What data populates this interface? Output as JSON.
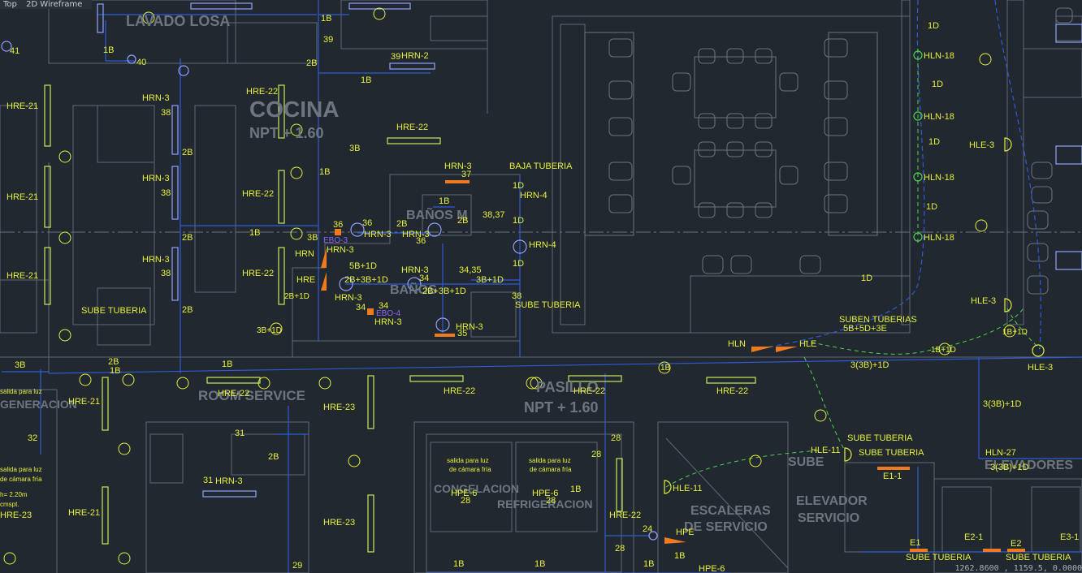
{
  "viewport": {
    "label_parts": [
      "Top",
      "2D Wireframe"
    ],
    "coordinates": "1262.8600 , 1159.5, 0.0000"
  },
  "colors": {
    "background": "#212830",
    "architecture": "#5f6872",
    "room_label": "#6d7680",
    "wiring": "#2f5bd6",
    "annotation": "#e6f03c",
    "fixture": "#c8e85a",
    "green": "#4fd24f",
    "cyan": "#44c0e0",
    "orange": "#f07a1e",
    "purple": "#8a66ff",
    "blue_fixture": "#8fa2ff"
  },
  "rooms": [
    "LAVADO LOSA",
    "COCINA",
    "NPT + 1.60",
    "BAÑOS M",
    "BAÑOS",
    "ROOM SERVICE",
    "PASILLO",
    "NPT + 1.60",
    "CONGELACION",
    "REFRIGERACION",
    "ESCALERAS",
    "DE SERVICIO",
    "ELEVADOR",
    "SERVICIO",
    "ELEVADORES",
    "SUBE",
    "GENERACION"
  ],
  "labels": {
    "hre21": "HRE-21",
    "hre22": "HRE-22",
    "hre23": "HRE-23",
    "hrn3": "HRN-3",
    "hrn2": "HRN-2",
    "hrn4": "HRN-4",
    "hln18": "HLN-18",
    "hle3": "HLE-3",
    "hle11": "HLE-11",
    "hln27": "HLN-27",
    "hpe6": "HPE-6",
    "ebo3": "EBO-3",
    "ebo4": "EBO-4",
    "baja": "BAJA TUBERIA",
    "sube": "SUBE TUBERIA",
    "suben": "SUBEN TUBERIAS",
    "hln": "HLN",
    "hle": "HLE",
    "hre": "HRE",
    "hrn": "HRN",
    "hpe": "HPE",
    "e11": "E1-1",
    "e1": "E1",
    "e21": "E2-1",
    "e2": "E2",
    "e31": "E3-1",
    "salida": "salida para luz",
    "camara": "de cámara fría",
    "v5b5d": "5B+5D+3E",
    "v3b1d": "3(3B)+1D",
    "v3b1d2": "3(3B)+1D",
    "v5b1d": "5B+1D",
    "v2b3b": "2B+3B+1D",
    "v3b1": "3B+1D",
    "v3b1b": "3B+1D",
    "v2b3b1d": "2B+3B+1D",
    "v1b1d": "1B+1D",
    "v3b1dd": "3B+1D",
    "v1b": "1B",
    "v2b": "2B",
    "v3b": "3B",
    "v1d": "1D",
    "v2b1d": "2B+1D",
    "v3b1d3": "3B+1D",
    "h220": "h= 2.20m",
    "vc": "cmspt.",
    "n3438": "38,37",
    "n3435": "34,35",
    "n34": "34",
    "n36": "36",
    "n37": "37",
    "n35": "35",
    "n28": "28",
    "n24": "24",
    "n29": "29",
    "n31": "31",
    "n32": "32",
    "n39": "39",
    "n40": "40",
    "n41": "41",
    "n38": "38",
    "n1d": "1D"
  }
}
